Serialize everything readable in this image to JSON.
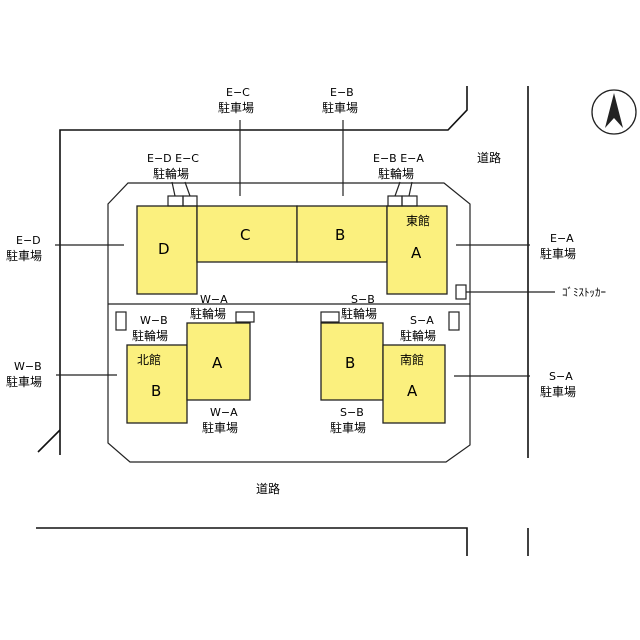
{
  "map": {
    "roads": {
      "north_east": "道路",
      "south": "道路"
    },
    "buildings": {
      "east_title": "東館",
      "north_title": "北館",
      "south_title": "南館",
      "d": "D",
      "c": "C",
      "b_east": "B",
      "a_east": "A",
      "a_north": "A",
      "b_north": "B",
      "b_south": "B",
      "a_south": "A"
    },
    "parking": {
      "ec_code": "E−C",
      "ec_name": "駐車場",
      "eb_code": "E−B",
      "eb_name": "駐車場",
      "ed_code": "E−D",
      "ed_name": "駐車場",
      "ea_code": "E−A",
      "ea_name": "駐車場",
      "wb_code": "W−B",
      "wb_name": "駐車場",
      "sa_code": "S−A",
      "sa_name": "駐車場",
      "wa_code": "W−A",
      "wa_name": "駐車場",
      "sb_code": "S−B",
      "sb_name": "駐車場"
    },
    "bicycle": {
      "ed_ec_code": "E−D E−C",
      "ed_ec_name": "駐輪場",
      "eb_ea_code": "E−B E−A",
      "eb_ea_name": "駐輪場",
      "wb_code": "W−B",
      "wb_name": "駐輪場",
      "wa_code": "W−A",
      "wa_name": "駐輪場",
      "sb_code": "S−B",
      "sb_name": "駐輪場",
      "sa_code": "S−A",
      "sa_name": "駐輪場"
    },
    "garbage": "ｺﾞﾐｽﾄｯｶｰ",
    "compass_icon": "north-arrow-icon"
  }
}
